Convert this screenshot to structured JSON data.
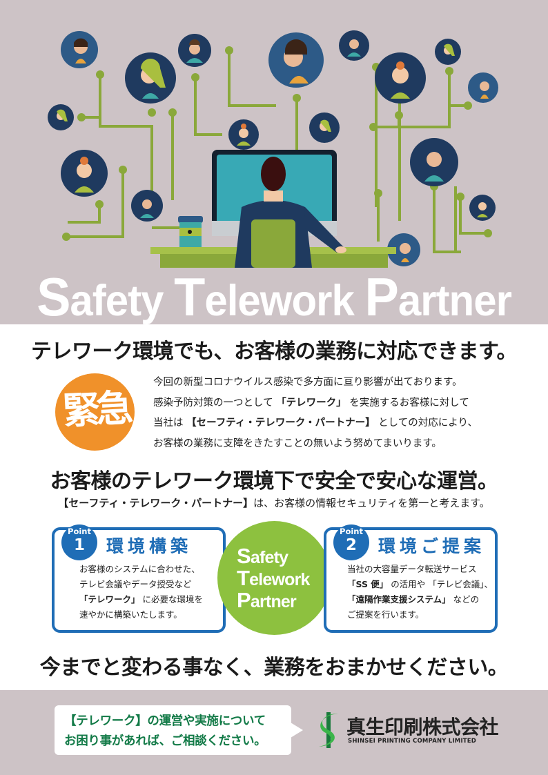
{
  "hero": {
    "title_parts": [
      {
        "cap": "S",
        "rest": "afety "
      },
      {
        "cap": "T",
        "rest": "elework "
      },
      {
        "cap": "P",
        "rest": "artner"
      }
    ],
    "illustration": "teleworker-at-desk-with-network-of-avatars",
    "colors": {
      "background": "#cdc3c6",
      "network_line": "#8aa83a",
      "avatar_bg": "#1f3a5f",
      "monitor_screen": "#38a9b5"
    }
  },
  "headline1": "テレワーク環境でも、お客様の業務に対応できます。",
  "urgent": {
    "badge_label": "緊急",
    "badge_color": "#f0912a",
    "lines": [
      {
        "pre": "今回の新型コロナウイルス感染で多方面に亘り影響が出ております。",
        "bold": "",
        "post": ""
      },
      {
        "pre": "感染予防対策の一つとして ",
        "bold": "「テレワーク」",
        "post": " を実施するお客様に対して"
      },
      {
        "pre": "当社は ",
        "bold": "【セーフティ・テレワーク・パートナー】",
        "post": " としての対応により、"
      },
      {
        "pre": "お客様の業務に支障をきたすことの無いよう努めてまいります。",
        "bold": "",
        "post": ""
      }
    ]
  },
  "headline2": "お客様のテレワーク環境下で安全で安心な運営。",
  "subline2": {
    "bold": "【セーフティ・テレワーク・パートナー】",
    "post": "は、お客様の情報セキュリティを第一と考えます。"
  },
  "points": [
    {
      "badge_word": "Point",
      "number": "1",
      "title": "環境構築",
      "lines": [
        {
          "bold": "",
          "text": "お客様のシステムに合わせた、"
        },
        {
          "bold": "",
          "text": "テレビ会議やデータ授受など"
        },
        {
          "bold": "「テレワーク」",
          "text": " に必要な環境を"
        },
        {
          "bold": "",
          "text": "速やかに構築いたします。"
        }
      ]
    },
    {
      "badge_word": "Point",
      "number": "2",
      "title": "環境ご提案",
      "lines": [
        {
          "bold": "",
          "text": "当社の大容量データ転送サービス"
        },
        {
          "bold": "「SS 便」",
          "text": " の活用や 「テレビ会議」、"
        },
        {
          "bold": "「遠隔作業支援システム」",
          "text": " などの"
        },
        {
          "bold": "",
          "text": "ご提案を行います。"
        }
      ]
    }
  ],
  "center_logo": {
    "lines": [
      {
        "cap": "S",
        "rest": "afety"
      },
      {
        "cap": "T",
        "rest": "elework"
      },
      {
        "cap": "P",
        "rest": "artner"
      }
    ],
    "color": "#8dc13f"
  },
  "headline3": "今までと変わる事なく、業務をおまかせください。",
  "footer": {
    "bubble_line1": "【テレワーク】の運営や実施について",
    "bubble_line2": "お困り事があれば、ご相談ください。",
    "company_name_jp": "真生印刷株式会社",
    "company_name_en": "SHINSEI PRINTING COMPANY LIMITED",
    "logo_icon": "shinsei-s-logo"
  }
}
